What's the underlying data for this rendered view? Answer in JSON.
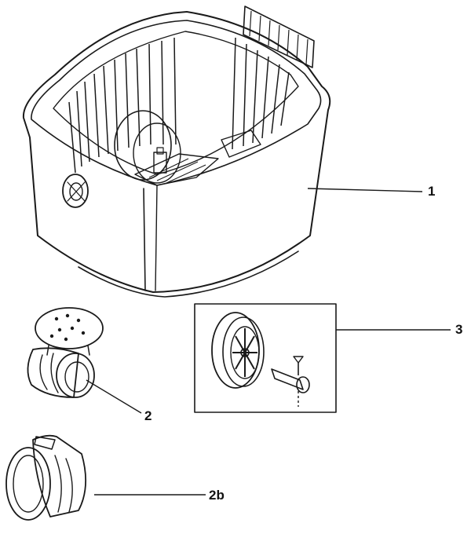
{
  "diagram": {
    "callouts": {
      "tank": "1",
      "caster": "2",
      "wheel_kit": "3",
      "caster_alt": "2b"
    }
  },
  "colors": {
    "line": "#1a1a1a",
    "fill_light": "#f2f2f2",
    "fill_mid": "#d9d9d9",
    "background": "#ffffff"
  }
}
